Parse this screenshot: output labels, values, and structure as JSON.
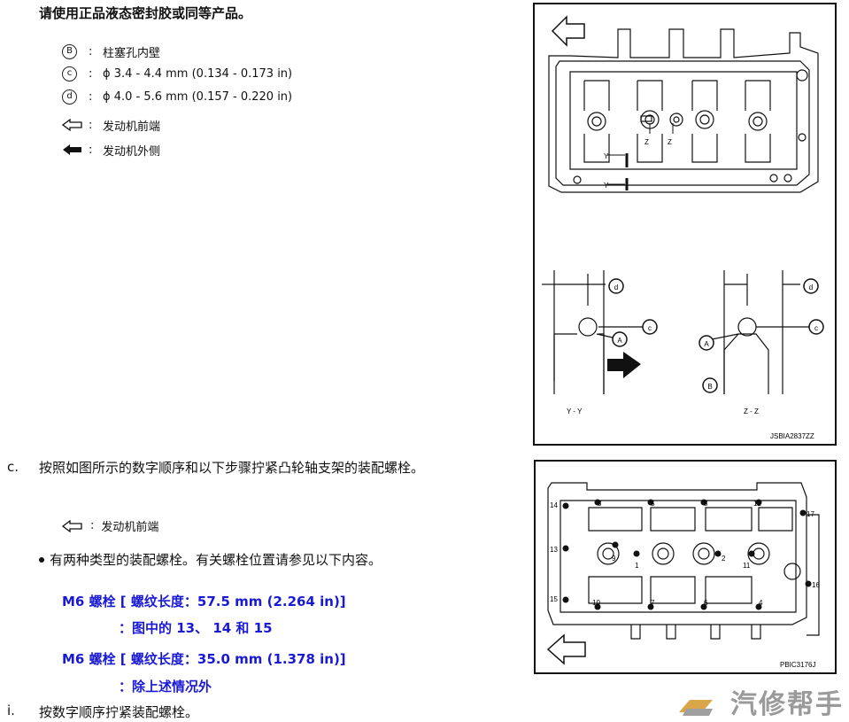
{
  "heading": "请使用正品液态密封胶或同等产品。",
  "legend": [
    {
      "symbol": "B",
      "text": "柱塞孔内壁"
    },
    {
      "symbol": "c",
      "text": "ϕ 3.4 - 4.4 mm (0.134 - 0.173 in)"
    },
    {
      "symbol": "d",
      "text": "ϕ 4.0 - 5.6 mm (0.157 - 0.220 in)"
    },
    {
      "symbol": "hollow-arrow-left-icon",
      "text": "发动机前端"
    },
    {
      "symbol": "solid-arrow-left-icon",
      "text": "发动机外侧"
    }
  ],
  "figure1": {
    "section_labels": [
      "Y - Y",
      "Z - Z"
    ],
    "cut_labels": [
      "Y",
      "Y",
      "Z",
      "Z"
    ],
    "callouts": [
      "d",
      "c",
      "A",
      "d",
      "c",
      "A",
      "B"
    ],
    "code": "JSBIA2837ZZ"
  },
  "step_c": {
    "marker": "c.",
    "text": "按照如图所示的数字顺序和以下步骤拧紧凸轮轴支架的装配螺栓。",
    "front_note": "发动机前端",
    "bullet": "有两种类型的装配螺栓。有关螺栓位置请参见以下内容。",
    "m6_a_title": "M6 螺栓 [ 螺纹长度：57.5 mm (2.264 in)]",
    "m6_a_detail": "：图中的 13、 14 和 15",
    "m6_b_title": "M6 螺栓 [ 螺纹长度：35.0 mm (1.378 in)]",
    "m6_b_detail": "：除上述情况外"
  },
  "step_i": {
    "marker": "i.",
    "text": "按数字顺序拧紧装配螺栓。"
  },
  "figure2": {
    "bolt_numbers": [
      "1",
      "2",
      "3",
      "4",
      "5",
      "6",
      "7",
      "8",
      "9",
      "10",
      "11",
      "12",
      "13",
      "14",
      "15",
      "16",
      "17"
    ],
    "code": "PBIC3176J"
  },
  "watermark": "汽修帮手",
  "colors": {
    "blue_text": "#1a1ad4",
    "text": "#111111",
    "watermark": "#9a9a9a"
  }
}
